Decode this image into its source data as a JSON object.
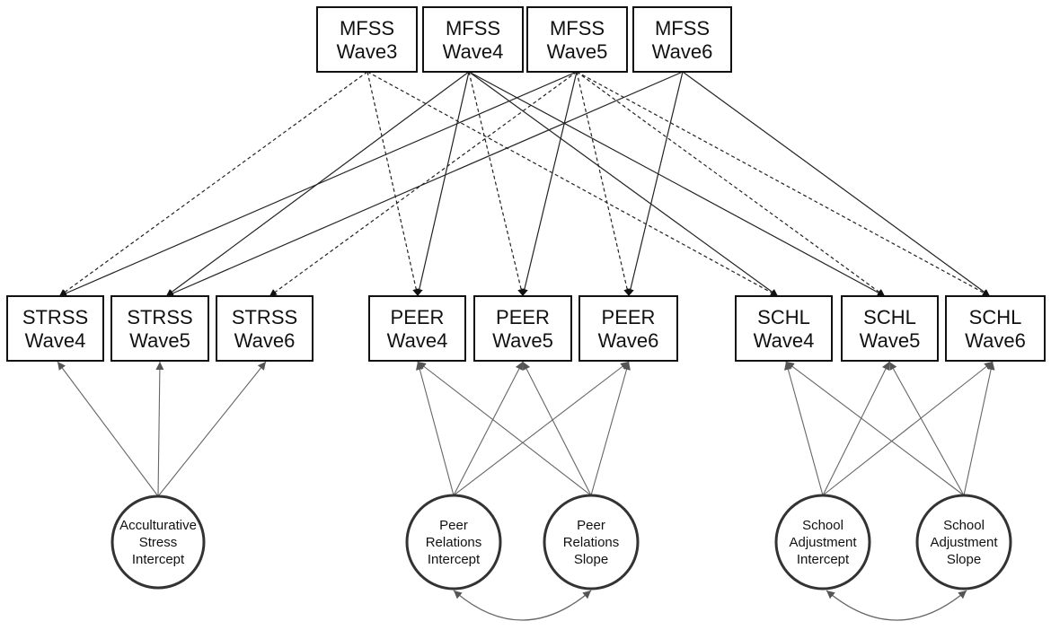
{
  "observed": [
    {
      "id": "mfss3",
      "lines": [
        "MFSS",
        "Wave3"
      ]
    },
    {
      "id": "mfss4",
      "lines": [
        "MFSS",
        "Wave4"
      ]
    },
    {
      "id": "mfss5",
      "lines": [
        "MFSS",
        "Wave5"
      ]
    },
    {
      "id": "mfss6",
      "lines": [
        "MFSS",
        "Wave6"
      ]
    },
    {
      "id": "strss4",
      "lines": [
        "STRSS",
        "Wave4"
      ]
    },
    {
      "id": "strss5",
      "lines": [
        "STRSS",
        "Wave5"
      ]
    },
    {
      "id": "strss6",
      "lines": [
        "STRSS",
        "Wave6"
      ]
    },
    {
      "id": "peer4",
      "lines": [
        "PEER",
        "Wave4"
      ]
    },
    {
      "id": "peer5",
      "lines": [
        "PEER",
        "Wave5"
      ]
    },
    {
      "id": "peer6",
      "lines": [
        "PEER",
        "Wave6"
      ]
    },
    {
      "id": "schl4",
      "lines": [
        "SCHL",
        "Wave4"
      ]
    },
    {
      "id": "schl5",
      "lines": [
        "SCHL",
        "Wave5"
      ]
    },
    {
      "id": "schl6",
      "lines": [
        "SCHL",
        "Wave6"
      ]
    }
  ],
  "latents": [
    {
      "id": "acc_int",
      "lines": [
        "Acculturative",
        "Stress",
        "Intercept"
      ]
    },
    {
      "id": "peer_int",
      "lines": [
        "Peer",
        "Relations",
        "Intercept"
      ]
    },
    {
      "id": "peer_slope",
      "lines": [
        "Peer",
        "Relations",
        "Slope"
      ]
    },
    {
      "id": "schl_int",
      "lines": [
        "School",
        "Adjustment",
        "Intercept"
      ]
    },
    {
      "id": "schl_slope",
      "lines": [
        "School",
        "Adjustment",
        "Slope"
      ]
    }
  ],
  "paths": [
    {
      "from": "mfss3",
      "to": "strss4",
      "style": "dashed"
    },
    {
      "from": "mfss3",
      "to": "peer4",
      "style": "dashed"
    },
    {
      "from": "mfss3",
      "to": "schl4",
      "style": "dashed"
    },
    {
      "from": "mfss4",
      "to": "strss5",
      "style": "solid"
    },
    {
      "from": "mfss4",
      "to": "peer4",
      "style": "solid"
    },
    {
      "from": "mfss4",
      "to": "peer5",
      "style": "dashed"
    },
    {
      "from": "mfss4",
      "to": "schl4",
      "style": "solid"
    },
    {
      "from": "mfss4",
      "to": "schl5",
      "style": "solid"
    },
    {
      "from": "mfss5",
      "to": "strss4",
      "style": "solid"
    },
    {
      "from": "mfss5",
      "to": "strss6",
      "style": "dashed"
    },
    {
      "from": "mfss5",
      "to": "peer5",
      "style": "solid"
    },
    {
      "from": "mfss5",
      "to": "peer6",
      "style": "dashed"
    },
    {
      "from": "mfss5",
      "to": "schl5",
      "style": "dashed"
    },
    {
      "from": "mfss5",
      "to": "schl6",
      "style": "dashed"
    },
    {
      "from": "mfss6",
      "to": "strss5",
      "style": "solid"
    },
    {
      "from": "mfss6",
      "to": "peer6",
      "style": "solid"
    },
    {
      "from": "mfss6",
      "to": "schl6",
      "style": "solid"
    }
  ],
  "loadings": [
    {
      "from": "acc_int",
      "to": "strss4"
    },
    {
      "from": "acc_int",
      "to": "strss5"
    },
    {
      "from": "acc_int",
      "to": "strss6"
    },
    {
      "from": "peer_int",
      "to": "peer4"
    },
    {
      "from": "peer_int",
      "to": "peer5"
    },
    {
      "from": "peer_int",
      "to": "peer6"
    },
    {
      "from": "peer_slope",
      "to": "peer4"
    },
    {
      "from": "peer_slope",
      "to": "peer5"
    },
    {
      "from": "peer_slope",
      "to": "peer6"
    },
    {
      "from": "schl_int",
      "to": "schl4"
    },
    {
      "from": "schl_int",
      "to": "schl5"
    },
    {
      "from": "schl_int",
      "to": "schl6"
    },
    {
      "from": "schl_slope",
      "to": "schl4"
    },
    {
      "from": "schl_slope",
      "to": "schl5"
    },
    {
      "from": "schl_slope",
      "to": "schl6"
    }
  ],
  "covariances": [
    {
      "a": "peer_int",
      "b": "peer_slope"
    },
    {
      "a": "schl_int",
      "b": "schl_slope"
    }
  ]
}
